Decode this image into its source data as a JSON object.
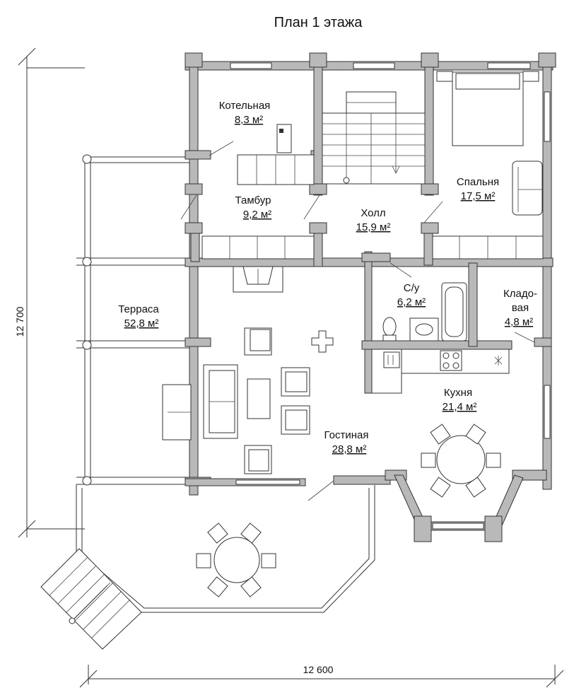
{
  "title": "План 1 этажа",
  "dimensions": {
    "width": "12 600",
    "height": "12 700"
  },
  "rooms": [
    {
      "name": "Котельная",
      "area": "8,3 м²"
    },
    {
      "name": "Тамбур",
      "area": "9,2 м²"
    },
    {
      "name": "Холл",
      "area": "15,9 м²"
    },
    {
      "name": "Спальня",
      "area": "17,5 м²"
    },
    {
      "name": "Терраса",
      "area": "52,8 м²"
    },
    {
      "name": "С/у",
      "area": "6,2 м²"
    },
    {
      "name": "Клад-",
      "name2": "вая",
      "area": "4,8 м²"
    },
    {
      "name": "Кухня",
      "area": "21,4 м²"
    },
    {
      "name": "Гостиная",
      "area": "28,8 м²"
    }
  ]
}
